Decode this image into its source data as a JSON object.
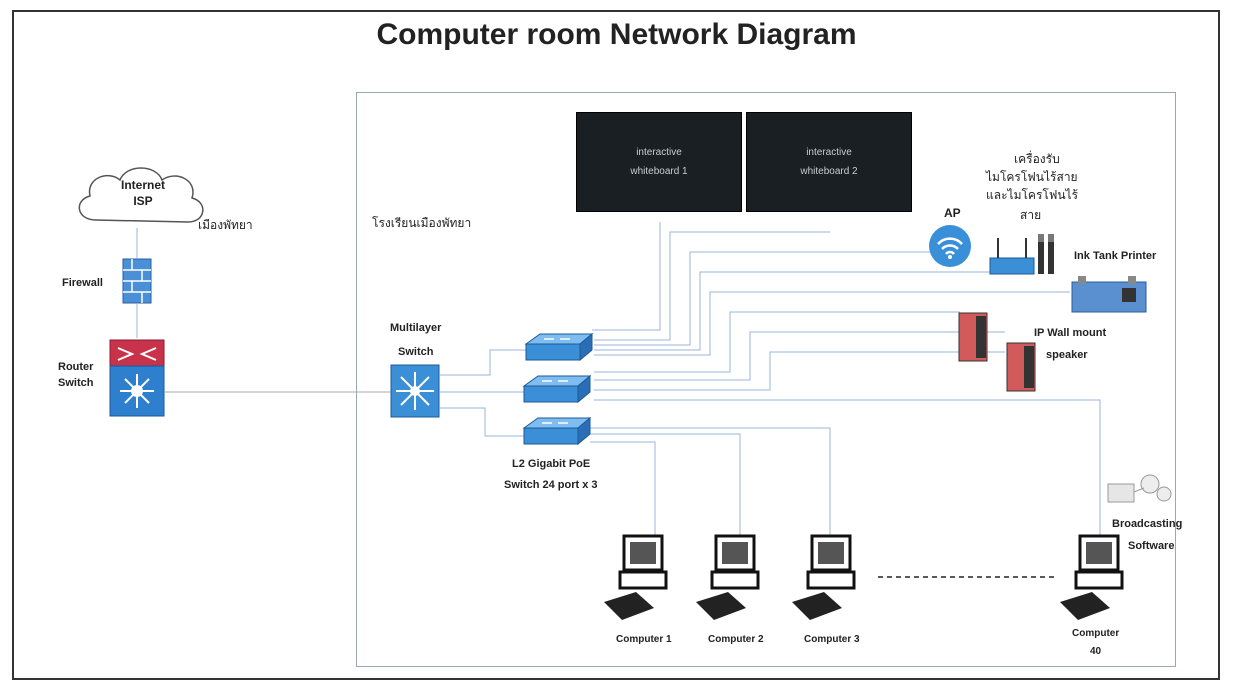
{
  "title": "Computer room Network Diagram",
  "internet": {
    "line1": "Internet",
    "line2": "ISP"
  },
  "city_label": "เมืองพัทยา",
  "school_label": "โรงเรียนเมืองพัทยา",
  "firewall_label": "Firewall",
  "router": {
    "line1": "Router",
    "line2": "Switch"
  },
  "multilayer": {
    "line1": "Multilayer",
    "line2": "Switch"
  },
  "l2_switch": {
    "line1": "L2 Gigabit PoE",
    "line2": "Switch 24 port x 3"
  },
  "whiteboards": [
    {
      "line1": "interactive",
      "line2": "whiteboard 1"
    },
    {
      "line1": "interactive",
      "line2": "whiteboard 2"
    }
  ],
  "ap_label": "AP",
  "mic_receiver": {
    "line1": "เครื่องรับ",
    "line2": "ไมโครโฟนไร้สาย",
    "line3": "และไมโครโฟนไร้",
    "line4": "สาย"
  },
  "printer_label": "Ink Tank Printer",
  "speaker": {
    "line1": "IP Wall mount",
    "line2": "speaker"
  },
  "broadcasting": {
    "line1": "Broadcasting",
    "line2": "Software"
  },
  "computers": [
    {
      "label": "Computer 1"
    },
    {
      "label": "Computer 2"
    },
    {
      "label": "Computer 3"
    },
    {
      "label": "Computer",
      "label2": "40"
    }
  ],
  "colors": {
    "switch_blue": "#3b8fd6",
    "router_red": "#c8324a",
    "line_blue": "#6f9fd8"
  }
}
